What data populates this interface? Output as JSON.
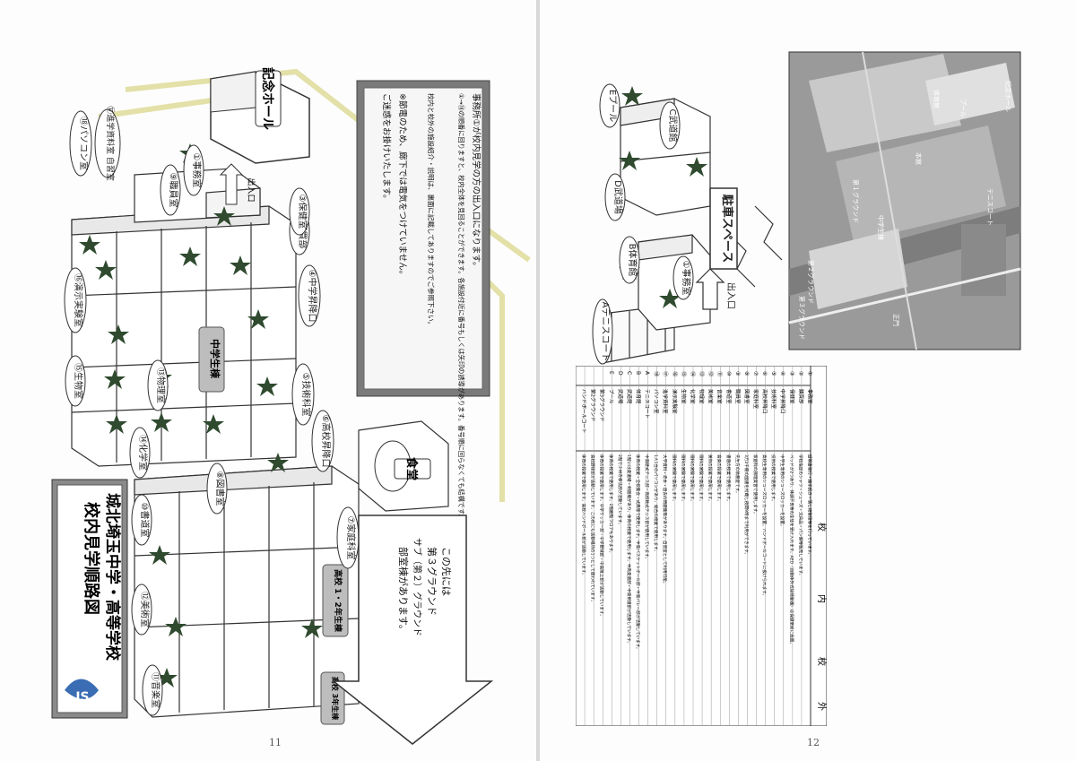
{
  "left": {
    "title_line1": "城北埼玉中学・高等学校",
    "title_line2": "校内見学順路図",
    "page_number": "11",
    "notice": [
      "事務所①が校内見学の方の出入口になります。",
      "①→⑱の順番に回りますと、校内全体を見回ることができます。各施設付近に番号もしくは矢印の誘導があります。番号順に回らなくても結構です。",
      "校内と校外の施設紹介・説明は、裏面に記載してありますのでご参照下さい。",
      "※節電のため、廊下では電気をつけていません。",
      "ご迷惑をお掛けいたします。"
    ],
    "labels": {
      "memorial_hall": "記念ホール",
      "cafeteria": "食堂",
      "jh_building": "中学生棟",
      "hs12": "高校 1・2年生棟",
      "hs3": "高校 3年生棟",
      "exit": "出入口",
      "arrow_text": [
        "この先には",
        "第３グラウンド",
        "サブ（第２）グラウンド",
        "部室棟があります。"
      ]
    },
    "rooms": [
      "①事務室",
      "②購買部",
      "③保健室",
      "④中学昇降口",
      "⑤技術科室",
      "⑥高校昇降口",
      "⑦家庭科室",
      "⑧図書室",
      "⑨職員室",
      "⑩書道室",
      "⑪音楽室",
      "⑫美術室",
      "⑬物理室",
      "⑭化学室",
      "⑮生物室",
      "⑯演示実験室",
      "⑰進学資料室 自習室",
      "⑱パソコン室"
    ]
  },
  "right": {
    "page_number": "12",
    "map_labels": {
      "a_tennis": "Aテニスコート",
      "b_gym": "B体育館",
      "c_budokan": "C武道館",
      "d_budojo": "D武道場",
      "e_pool": "Eプール",
      "office": "①事務室",
      "exit": "出入口",
      "parking": "駐車スペース"
    },
    "photo_labels": [
      "第１グラウンド",
      "中学生棟",
      "第２グラウンド",
      "第３グラウンド",
      "テニスコート",
      "本館",
      "体育館",
      "プール",
      "正門",
      "記念ホール"
    ],
    "table": {
      "sections": [
        "校",
        "内",
        "校",
        "外"
      ],
      "rows": [
        {
          "no": "①",
          "name": "事務室",
          "desc": "証明書発行・諸手続き・落し物管理等を行っています。"
        },
        {
          "no": "②",
          "name": "購買部",
          "desc": "学校指定のシャツ・シューズ・文具品・パン類等販売しています。"
        },
        {
          "no": "③",
          "name": "保健室",
          "desc": "ベッドが2つあり、体調不良等の生徒を受け入れます。AED（自動体外式除細動器）は保健室前に設置。"
        },
        {
          "no": "④",
          "name": "中学昇降口",
          "desc": "中学生専用のシューズロッカーを設置。"
        },
        {
          "no": "⑤",
          "name": "技術科室",
          "desc": "技術の授業で使用します。"
        },
        {
          "no": "⑥",
          "name": "高校昇降口",
          "desc": "高校生専用のシューズロッカーを設置。ハンドボールコートに抜けられます。"
        },
        {
          "no": "⑦",
          "name": "家庭科室",
          "desc": "家庭科の調理実習で使用します。"
        },
        {
          "no": "⑧",
          "name": "図書室",
          "desc": "3万2千冊の図書を所蔵し夜間9時まで利用ができます。"
        },
        {
          "no": "⑨",
          "name": "職員室",
          "desc": "先生方の執務室です。"
        },
        {
          "no": "⑩",
          "name": "書道室",
          "desc": "書道の授業で使用します。"
        },
        {
          "no": "⑪",
          "name": "音楽室",
          "desc": "音楽の授業で使用します。"
        },
        {
          "no": "⑫",
          "name": "美術室",
          "desc": "美術の授業で使用します。"
        },
        {
          "no": "⑬",
          "name": "物理室",
          "desc": "理科の実験で使用します。"
        },
        {
          "no": "⑭",
          "name": "化学室",
          "desc": "理科の実験で使用します。"
        },
        {
          "no": "⑮",
          "name": "生物室",
          "desc": "理科の実験で使用します。"
        },
        {
          "no": "⑯",
          "name": "演示実験室",
          "desc": "理科の実験で使用します。"
        },
        {
          "no": "⑰",
          "name": "進学資料室",
          "desc": "大学資料・赤本・過去の問題集等があります。自習室として利用可能。"
        },
        {
          "no": "⑱",
          "name": "パソコン室",
          "desc": "1人1台のパソコンがあり、総合の授業で使用します。"
        },
        {
          "no": "A",
          "name": "テニスコート",
          "desc": "中高硬式テニス部・高校軟式テニス部が使用しています。"
        },
        {
          "no": "B",
          "name": "体育館",
          "desc": "体育の授業・全校集会・式典等で使用します。中高バスケットボール部・中高バレー部が活動しています。"
        },
        {
          "no": "C",
          "name": "武道館",
          "desc": "1階には柔道場・剣道場があり、体育の授業で使用します。中高柔道部・中高剣道部が活動しています。"
        },
        {
          "no": "D",
          "name": "武道場",
          "desc": "2階で少林寺拳法部が活動しています。"
        },
        {
          "no": "E",
          "name": "プール",
          "desc": "体育の授業で使用します。2階観覧フロアもあります。"
        },
        {
          "no": "",
          "name": "第3グラウンド",
          "desc": "体育の授業で使用します。中学サッカー部・中学野球部・中高陸上部が活動しています。"
        },
        {
          "no": "",
          "name": "第2グラウンド",
          "desc": "高校野球部が活動しています。この他にも活動場所の1つとして使われています。"
        },
        {
          "no": "",
          "name": "ハンドボールコート",
          "desc": "体育の授業で使用します。高校ハンドボール部が活動しています。"
        }
      ]
    }
  }
}
